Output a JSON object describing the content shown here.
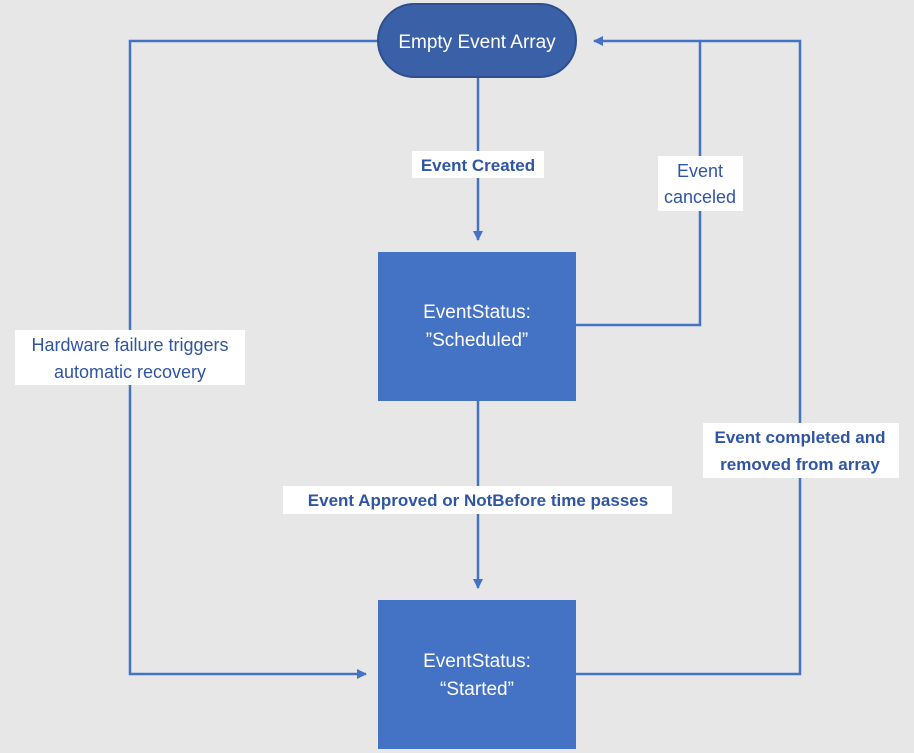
{
  "nodes": {
    "start": {
      "label": "Empty Event Array"
    },
    "scheduled": {
      "line1": "EventStatus:",
      "line2": "”Scheduled”"
    },
    "started": {
      "line1": "EventStatus:",
      "line2": "“Started”"
    }
  },
  "edges": {
    "created": {
      "label": "Event Created"
    },
    "canceled": {
      "line1": "Event",
      "line2": "canceled"
    },
    "approved": {
      "label": "Event Approved or NotBefore time passes"
    },
    "completed": {
      "line1": "Event completed and",
      "line2": "removed from array"
    },
    "hardware": {
      "line1": "Hardware failure triggers",
      "line2": "automatic recovery"
    }
  },
  "colors": {
    "background": "#e7e7e7",
    "node_fill": "#4472c4",
    "start_fill": "#3a60a8",
    "start_stroke": "#2f4f8c",
    "connector": "#4472c4",
    "label_text": "#2f55a4",
    "label_background": "#ffffff"
  }
}
